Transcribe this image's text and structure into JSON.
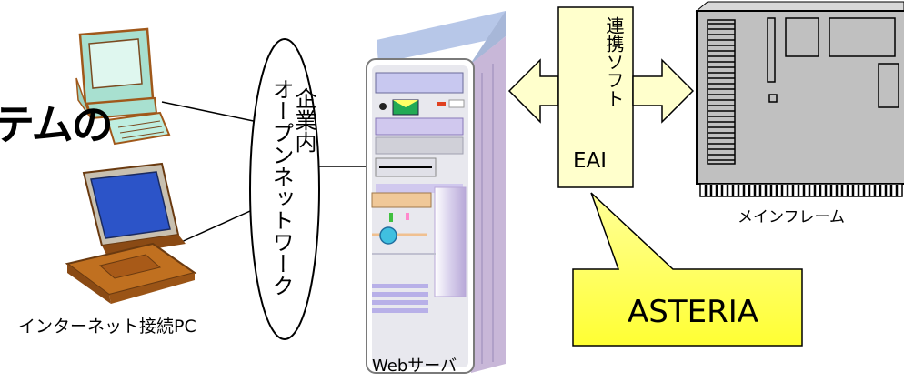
{
  "title_fragment": "テムの",
  "network_label_line1": "企業内",
  "network_label_line2": "オープンネットワーク",
  "eai_label_vertical": "連携ソフト",
  "eai_label": "EAI",
  "mainframe_label": "メインフレーム",
  "internet_pc_label": "インターネット接続PC",
  "web_server_label": "Webサーバ",
  "callout_label": "ASTERIA",
  "colors": {
    "callout_fill": "#ffff66",
    "eai_box_fill": "#ffffcc",
    "arrow_fill": "#ffffcc",
    "mainframe_fill": "#c0c0c0",
    "server_side": "#c8b7d8",
    "server_top": "#b7c7e8",
    "monitor_fill": "#bfeee0",
    "laptop_screen": "#2c54c8",
    "laptop_body": "#b86818"
  },
  "icons": [
    "desktop-pc-icon",
    "laptop-icon",
    "web-server-icon",
    "mainframe-icon"
  ]
}
